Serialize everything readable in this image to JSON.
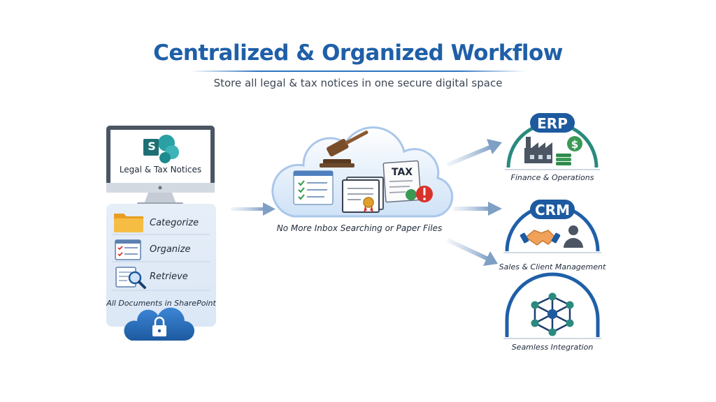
{
  "header": {
    "title": "Centralized & Organized Workflow",
    "subtitle": "Store all legal & tax notices in one secure digital space"
  },
  "left_panel": {
    "monitor_label": "Legal & Tax Notices",
    "monitor_logo": "S",
    "items": [
      {
        "label": "Categorize",
        "icon": "folder-icon"
      },
      {
        "label": "Organize",
        "icon": "checklist-icon"
      },
      {
        "label": "Retrieve",
        "icon": "document-search-icon"
      }
    ],
    "footer": "All Documents in SharePoint",
    "cloud_icon": "cloud-lock-icon"
  },
  "center": {
    "doc_tag": "TAX",
    "caption": "No More Inbox Searching or Paper Files"
  },
  "integrations": [
    {
      "badge": "ERP",
      "caption": "Finance & Operations",
      "icon": "factory-money-icon"
    },
    {
      "badge": "CRM",
      "caption": "Sales & Client Management",
      "icon": "handshake-person-icon"
    },
    {
      "badge": "",
      "caption": "Seamless Integration",
      "icon": "network-hub-icon"
    }
  ],
  "colors": {
    "title_blue": "#1f5fa8",
    "teal_ring": "#2a8a7e",
    "blue_ring": "#1f5fa8",
    "badge_blue": "#1d5aa0",
    "alert_red": "#d8332b",
    "folder_yellow": "#f2b233",
    "money_green": "#3a9a55"
  }
}
